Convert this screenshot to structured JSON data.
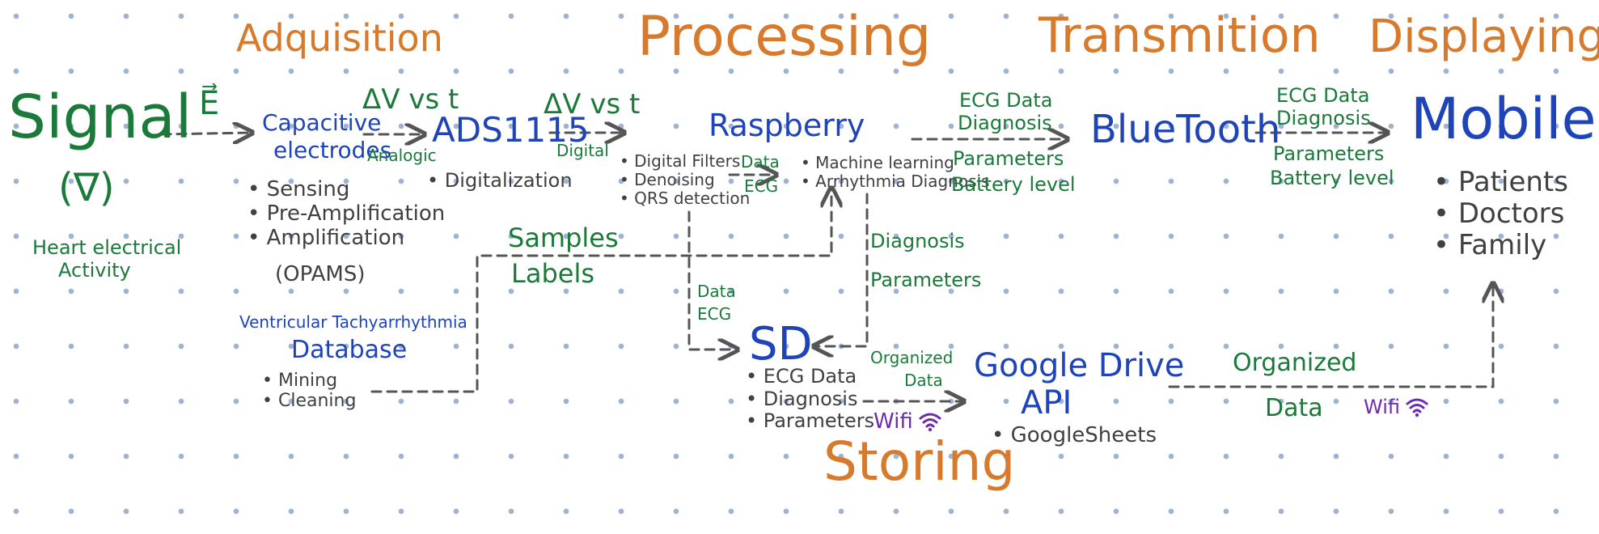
{
  "colors": {
    "stage": "#d77a2c",
    "data": "#1b7a3a",
    "component": "#1e44b8",
    "note": "#404040",
    "wifi": "#6e2bb0",
    "dot_grid": "#9fb3d6"
  },
  "stages": {
    "acquisition": "Adquisition",
    "processing": "Processing",
    "transmission": "Transmition",
    "displaying": "Displaying",
    "storing": "Storing"
  },
  "signal": {
    "title": "Signal",
    "symbol": "(∇)",
    "desc_line1": "Heart electrical",
    "desc_line2": "Activity",
    "arrow_label": "E⃗"
  },
  "acquisition": {
    "component_line1": "Capacitive",
    "component_line2": "electrodes",
    "signal_label": "ΔV vs t",
    "signal_type": "Analogic",
    "tasks": [
      "Sensing",
      "Pre-Amplification",
      "Amplification"
    ],
    "tasks_note": "(OPAMS)"
  },
  "database": {
    "caption": "Ventricular Tachyarrhythmia",
    "title": "Database",
    "items": [
      "Mining",
      "Cleaning"
    ]
  },
  "adc": {
    "name": "ADS1115",
    "task": "Digitalization",
    "signal_label": "ΔV vs t",
    "signal_type": "Digital"
  },
  "samples": {
    "line1": "Samples",
    "line2": "Labels"
  },
  "raspberry": {
    "name": "Raspberry",
    "left_items": [
      "Digital Filters",
      "Denoising",
      "QRS detection"
    ],
    "mid_label_line1": "Data",
    "mid_label_line2": "ECG",
    "right_items": [
      "Machine learning",
      "Arrhythmia Diagnosis"
    ]
  },
  "data_ecg_down": {
    "line1": "Data",
    "line2": "ECG"
  },
  "diag_params_down": {
    "line1": "Diagnosis",
    "line2": "Parameters"
  },
  "to_bluetooth": [
    "ECG Data",
    "Diagnosis",
    "Parameters",
    "Battery level"
  ],
  "bluetooth": {
    "name": "BlueTooth"
  },
  "to_mobile": [
    "ECG Data",
    "Diagnosis",
    "Parameters",
    "Battery level"
  ],
  "mobile": {
    "name": "Mobile",
    "users": [
      "Patients",
      "Doctors",
      "Family"
    ]
  },
  "sd": {
    "name": "SD",
    "items": [
      "ECG Data",
      "Diagnosis",
      "Parameters"
    ]
  },
  "sd_to_drive": {
    "line1": "Organized",
    "line2": "Data",
    "wifi_label": "Wifi"
  },
  "drive": {
    "line1": "Google Drive",
    "line2": "API",
    "item": "GoogleSheets"
  },
  "drive_to_mobile": {
    "line1": "Organized",
    "line2": "Data",
    "wifi_label": "Wifi"
  }
}
